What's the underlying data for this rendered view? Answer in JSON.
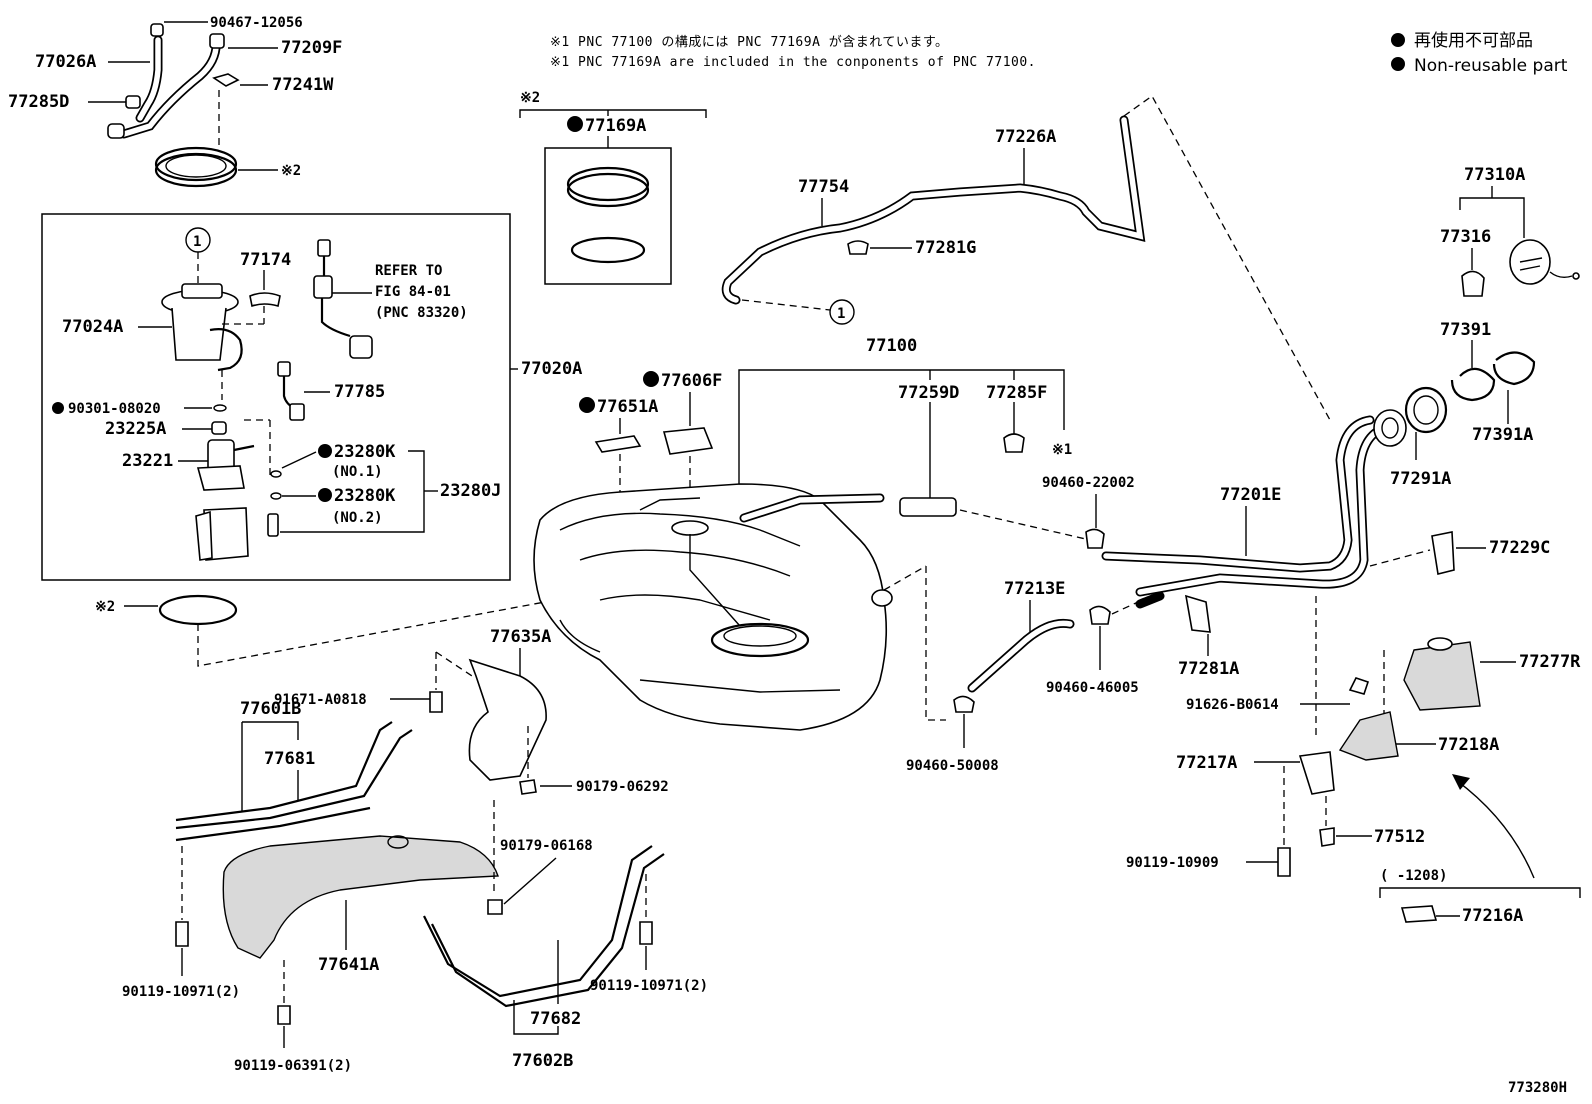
{
  "notes": {
    "jp": "※1 PNC 77100 の構成には PNC 77169A が含まれています。",
    "en": "※1 PNC 77169A are included in the conponents of PNC 77100."
  },
  "legend": {
    "jp": "再使用不可部品",
    "en": "Non-reusable part"
  },
  "refer": [
    "REFER TO",
    "FIG 84-01",
    "(PNC 83320)"
  ],
  "labels": {
    "p90467_12056": "90467-12056",
    "p77026A": "77026A",
    "p77209F": "77209F",
    "p77285D": "77285D",
    "p77241W": "77241W",
    "note2_ring": "※2",
    "p77174": "77174",
    "p77024A": "77024A",
    "p77020A": "77020A",
    "p77785": "77785",
    "p90301_08020": "90301-08020",
    "p23225A": "23225A",
    "p23221": "23221",
    "p23280K_1": "23280K",
    "no1": "(NO.1)",
    "p23280K_2": "23280K",
    "no2": "(NO.2)",
    "p23280J": "23280J",
    "note2_gasket": "※2",
    "note2_box": "※2",
    "p77169A": "77169A",
    "p77226A": "77226A",
    "p77754": "77754",
    "p77281G": "77281G",
    "p77100": "77100",
    "p77259D": "77259D",
    "p77285F": "77285F",
    "note1": "※1",
    "p77606F": "77606F",
    "p77651A": "77651A",
    "p90460_22002": "90460-22002",
    "p77201E": "77201E",
    "p77310A": "77310A",
    "p77316": "77316",
    "p77391": "77391",
    "p77391A": "77391A",
    "p77291A": "77291A",
    "p77229C": "77229C",
    "p77277R": "77277R",
    "p77213E": "77213E",
    "p77281A": "77281A",
    "p90460_46005": "90460-46005",
    "p91626_B0614": "91626-B0614",
    "p77218A": "77218A",
    "p77217A": "77217A",
    "p90460_50008": "90460-50008",
    "p77635A": "77635A",
    "p91671_A0818": "91671-A0818",
    "p77601B": "77601B",
    "p77681": "77681",
    "p90179_06292": "90179-06292",
    "p90179_06168": "90179-06168",
    "p77641A": "77641A",
    "p90119_10971_a": "90119-10971(2)",
    "p90119_10971_b": "90119-10971(2)",
    "p77682": "77682",
    "p77602B": "77602B",
    "p90119_06391": "90119-06391(2)",
    "p77512": "77512",
    "p90119_10909": "90119-10909",
    "range": "(   -1208)",
    "p77216A": "77216A",
    "circle1_a": "1",
    "circle1_b": "1",
    "figure_id": "773280H"
  }
}
